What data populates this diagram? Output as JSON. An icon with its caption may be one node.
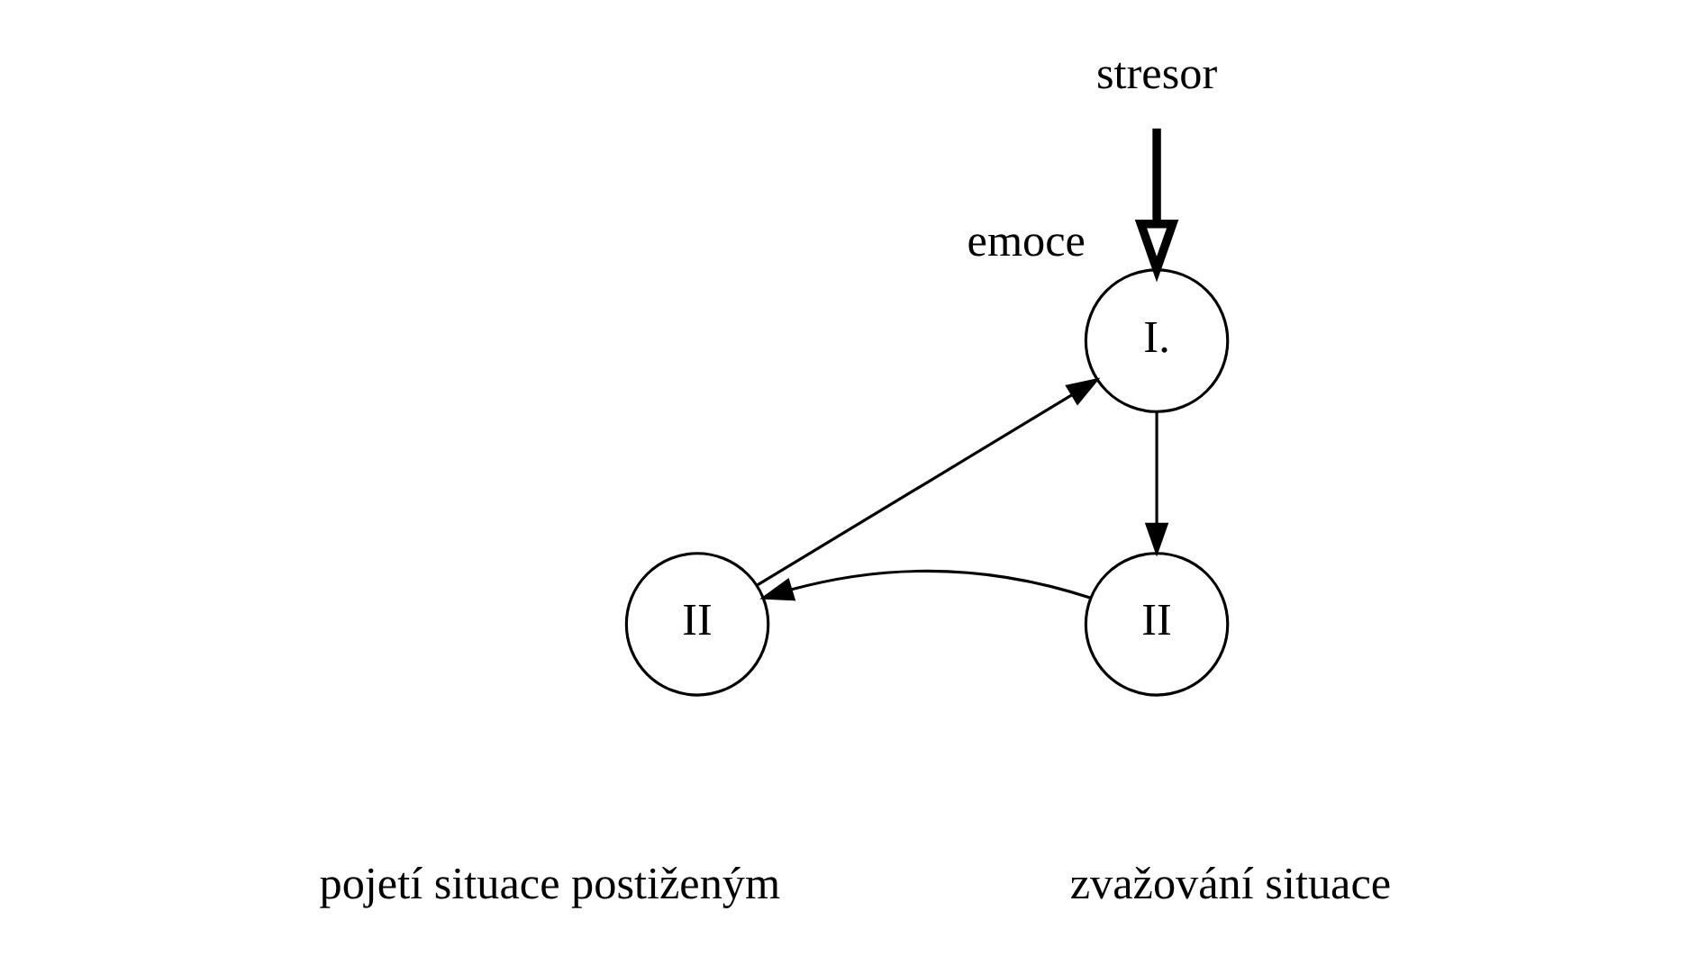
{
  "diagram": {
    "nodes": [
      {
        "text": [
          "stresor"
        ]
      },
      {
        "text": [
          "I."
        ],
        "beside": [
          "emoce"
        ]
      },
      {
        "text": [
          "II"
        ]
      },
      {
        "text": [
          "II"
        ]
      }
    ],
    "edges": [
      {
        "from": 0,
        "to": 1,
        "arrow": "to",
        "style": "thick"
      },
      {
        "from": 1,
        "to": 3,
        "arrow": "to"
      },
      {
        "from": 3,
        "to": 2,
        "arrow": "to"
      },
      {
        "from": 2,
        "to": 1,
        "arrow": "to"
      }
    ],
    "labels": [
      "pojetí situace postiženým",
      "zvažování situace"
    ]
  }
}
